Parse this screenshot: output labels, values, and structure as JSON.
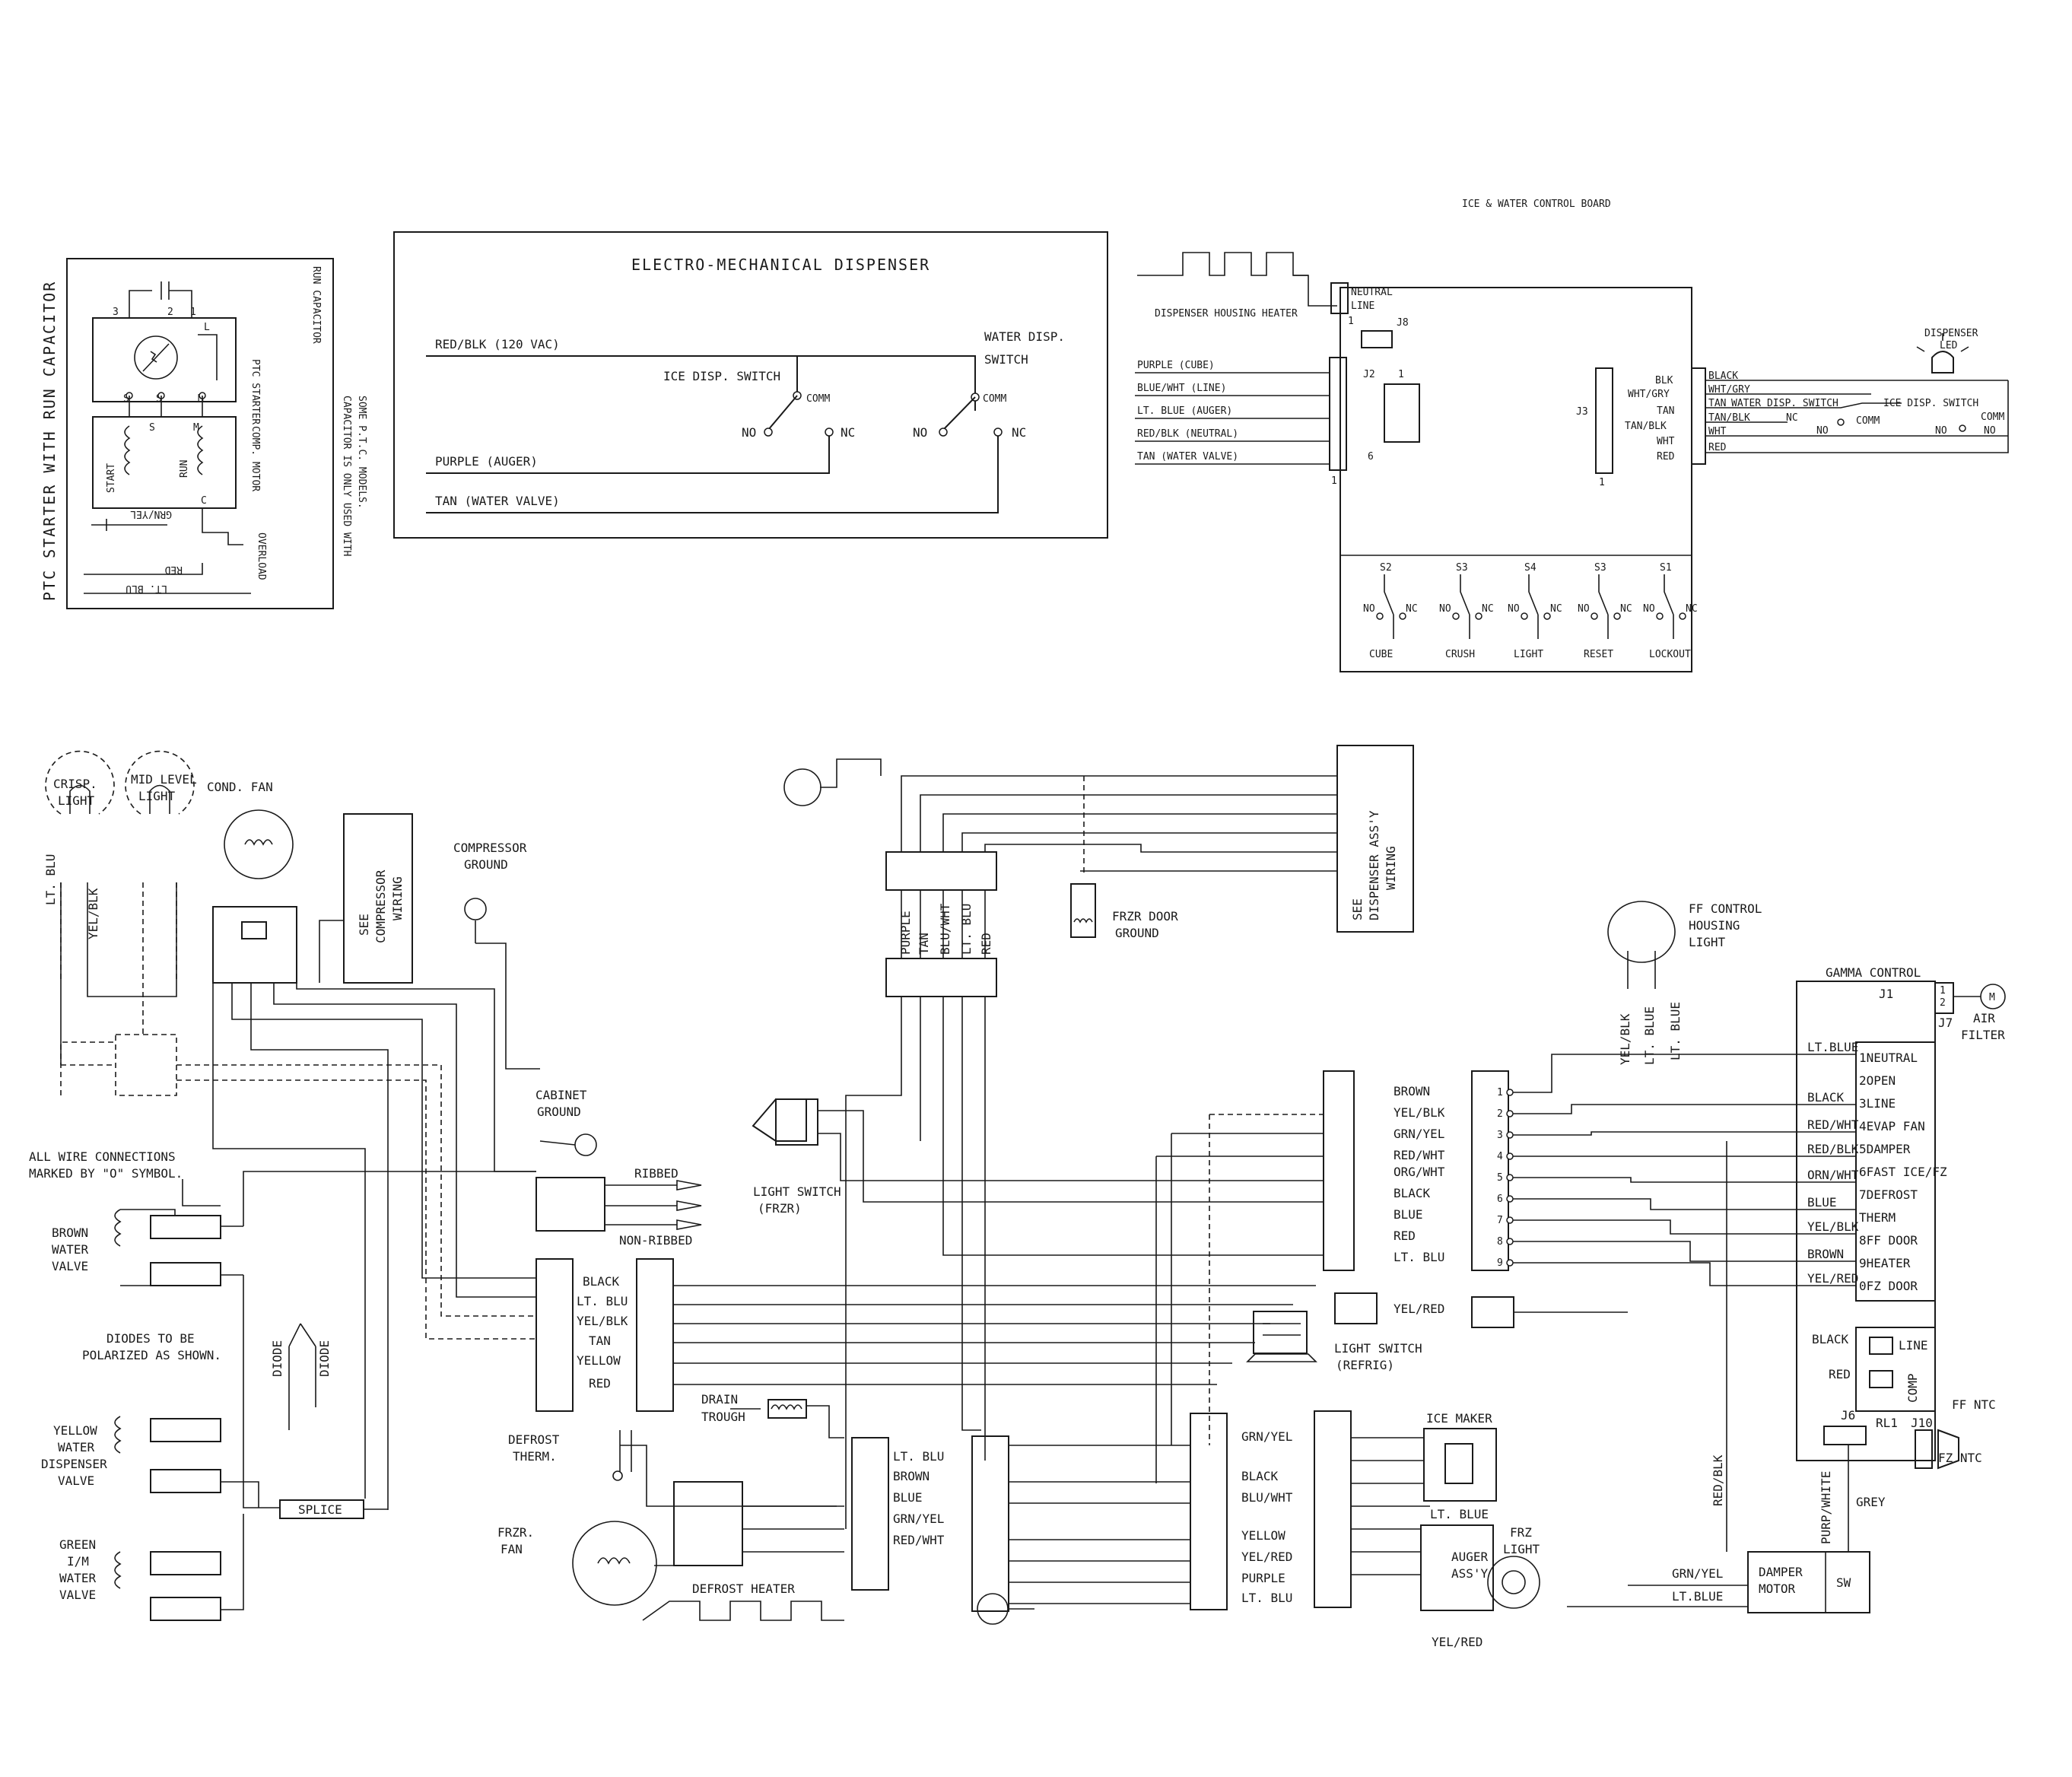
{
  "ptc": {
    "title": "PTC STARTER WITH RUN CAPACITOR",
    "run_capacitor": "RUN CAPACITOR",
    "ptc_starter": "PTC STARTER",
    "comp_motor": "COMP. MOTOR",
    "start": "START",
    "run": "RUN",
    "s1": "S",
    "s2": "S",
    "s3": "S",
    "m1": "M",
    "m2": "M",
    "c": "C",
    "l": "L",
    "n3": "3",
    "n2": "2",
    "n1": "1",
    "grn_yel": "GRN/YEL",
    "red": "RED",
    "lt_blu": "LT. BLU",
    "overload": "OVERLOAD",
    "note1": "CAPACITOR IS ONLY USED WITH",
    "note2": "SOME P.T.C. MODELS."
  },
  "dispenser": {
    "title": "ELECTRO-MECHANICAL DISPENSER",
    "red_blk": "RED/BLK (120 VAC)",
    "ice_switch": "ICE DISP. SWITCH",
    "water_switch1": "WATER DISP.",
    "water_switch2": "SWITCH",
    "comm1": "COMM",
    "comm2": "COMM",
    "no1": "NO",
    "nc1": "NC",
    "no2": "NO",
    "nc2": "NC",
    "purple": "PURPLE (AUGER)",
    "tan": "TAN (WATER VALVE)"
  },
  "control_board": {
    "title": "ICE & WATER CONTROL BOARD",
    "neutral": "NEUTRAL",
    "line": "LINE",
    "heater": "DISPENSER HOUSING HEATER",
    "j8": "J8",
    "j2": "J2",
    "j3": "J3",
    "one_a": "1",
    "one_b": "1",
    "one_c": "1",
    "one_d": "1",
    "one_e": "1",
    "six": "6",
    "wire1": "PURPLE (CUBE)",
    "wire2": "BLUE/WHT (LINE)",
    "wire3": "LT. BLUE (AUGER)",
    "wire4": "RED/BLK (NEUTRAL)",
    "wire5": "TAN (WATER VALVE)",
    "r1": "BLK",
    "r2": "WHT/GRY",
    "r3": "TAN",
    "r4": "TAN/BLK",
    "r5": "WHT",
    "r6": "RED",
    "o1": "BLACK",
    "o2": "WHT/GRY",
    "o3": "TAN",
    "o4": "TAN/BLK",
    "o5": "WHT",
    "o6": "RED",
    "water_sw": "WATER DISP. SWITCH",
    "ice_sw": "ICE DISP. SWITCH",
    "comm": "COMM",
    "no_a": "NO",
    "nc_a": "NC",
    "no_b": "NO",
    "comm_b": "COMM",
    "no_c": "NO",
    "led1": "DISPENSER",
    "led2": "LED",
    "switches": [
      {
        "id": "S2",
        "name": "CUBE"
      },
      {
        "id": "S3",
        "name": "CRUSH"
      },
      {
        "id": "S4",
        "name": "LIGHT"
      },
      {
        "id": "S3",
        "name": "RESET"
      },
      {
        "id": "S1",
        "name": "LOCKOUT"
      }
    ],
    "sw_no": "NO",
    "sw_nc": "NC"
  },
  "main": {
    "crisp1": "CRISP.",
    "crisp2": "LIGHT",
    "mid1": "MID LEVEL",
    "mid2": "LIGHT",
    "cond_fan": "COND. FAN",
    "see_comp1": "SEE",
    "see_comp2": "COMPRESSOR",
    "see_comp3": "WIRING",
    "comp_gnd1": "COMPRESSOR",
    "comp_gnd2": "GROUND",
    "lt_blu": "LT. BLU",
    "yel_blk": "YEL/BLK",
    "cab_gnd1": "CABINET",
    "cab_gnd2": "GROUND",
    "ribbed": "RIBBED",
    "non_ribbed": "NON-RIBBED",
    "light_switch_frzr1": "LIGHT SWITCH",
    "light_switch_frzr2": "(FRZR)",
    "all_wire1": "ALL WIRE CONNECTIONS",
    "all_wire2": "MARKED BY \"O\" SYMBOL.",
    "brown_valve": [
      "BROWN",
      "WATER",
      "VALVE"
    ],
    "diodes1": "DIODES TO BE",
    "diodes2": "POLARIZED AS SHOWN.",
    "diode_a": "DIODE",
    "diode_b": "DIODE",
    "yellow_valve": [
      "YELLOW",
      "WATER",
      "DISPENSER",
      "VALVE"
    ],
    "green_valve": [
      "GREEN",
      "I/M",
      "WATER",
      "VALVE"
    ],
    "splice": "SPLICE",
    "conn_labels": [
      "BLACK",
      "LT. BLU",
      "YEL/BLK",
      "TAN",
      "YELLOW",
      "RED"
    ],
    "drain1": "DRAIN",
    "drain2": "TROUGH",
    "defrost_therm1": "DEFROST",
    "defrost_therm2": "THERM.",
    "frzr_fan1": "FRZR.",
    "frzr_fan2": "FAN",
    "defrost_heater": "DEFROST HEATER",
    "fan_conn": [
      "LT. BLU",
      "BROWN",
      "BLUE",
      "GRN/YEL",
      "RED/WHT"
    ],
    "disp_wires": [
      "PURPLE",
      "TAN",
      "BLU/WHT",
      "LT. BLU",
      "RED"
    ],
    "see_disp1": "SEE",
    "see_disp2": "DISPENSER ASS'Y",
    "see_disp3": "WIRING",
    "frzr_door1": "FRZR DOOR",
    "frzr_door2": "GROUND",
    "mid_conn": [
      "BROWN",
      "YEL/BLK",
      "GRN/YEL",
      "RED/WHT",
      "ORG/WHT",
      "BLACK",
      "BLUE",
      "RED",
      "LT. BLU"
    ],
    "yel_red": "YEL/RED",
    "light_switch_ref1": "LIGHT SWITCH",
    "light_switch_ref2": "(REFRIG)",
    "low_conn": [
      "GRN/YEL",
      "BLACK",
      "BLU/WHT",
      "YELLOW",
      "YEL/RED",
      "PURPLE",
      "LT. BLU"
    ],
    "ice_maker": "ICE MAKER",
    "lt_blue": "LT. BLUE",
    "auger1": "AUGER",
    "auger2": "ASS'Y",
    "frz_light1": "FRZ",
    "frz_light2": "LIGHT",
    "yel_red2": "YEL/RED",
    "ff_light1": "FF CONTROL",
    "ff_light2": "HOUSING",
    "ff_light3": "LIGHT",
    "yel_blk2": "YEL/BLK",
    "lt_blue2": "LT. BLUE",
    "lt_blue3": "LT. BLUE",
    "j_pins": [
      "1",
      "2",
      "3",
      "4",
      "5",
      "6",
      "7",
      "8",
      "9"
    ],
    "gamma": "GAMMA CONTROL",
    "j1": "J1",
    "j7": "J7",
    "j7_1": "1",
    "j7_2": "2",
    "air_filter1": "AIR",
    "air_filter2": "FILTER",
    "gamma_pins": [
      "1NEUTRAL",
      "2OPEN",
      "3LINE",
      "4EVAP FAN",
      "5DAMPER",
      "6FAST ICE/FZ",
      "7DEFROST",
      "THERM",
      "8FF DOOR",
      "9HEATER",
      "0FZ DOOR"
    ],
    "gamma_wires": [
      "LT.BLUE",
      "BLACK",
      "RED/WHT",
      "RED/BLK",
      "ORN/WHT",
      "BLUE",
      "YEL/BLK",
      "BROWN",
      "YEL/RED"
    ],
    "black": "BLACK",
    "red": "RED",
    "line": "LINE",
    "comp": "COMP",
    "rl1": "RL1",
    "j10": "J10",
    "j6": "J6",
    "ff_ntc": "FF NTC",
    "fz_ntc": "FZ NTC",
    "red_blk": "RED/BLK",
    "purp_white": "PURP/WHITE",
    "grey": "GREY",
    "grn_yel": "GRN/YEL",
    "lt_blue4": "LT.BLUE",
    "damper1": "DAMPER",
    "damper2": "MOTOR",
    "sw": "SW",
    "m": "M"
  }
}
